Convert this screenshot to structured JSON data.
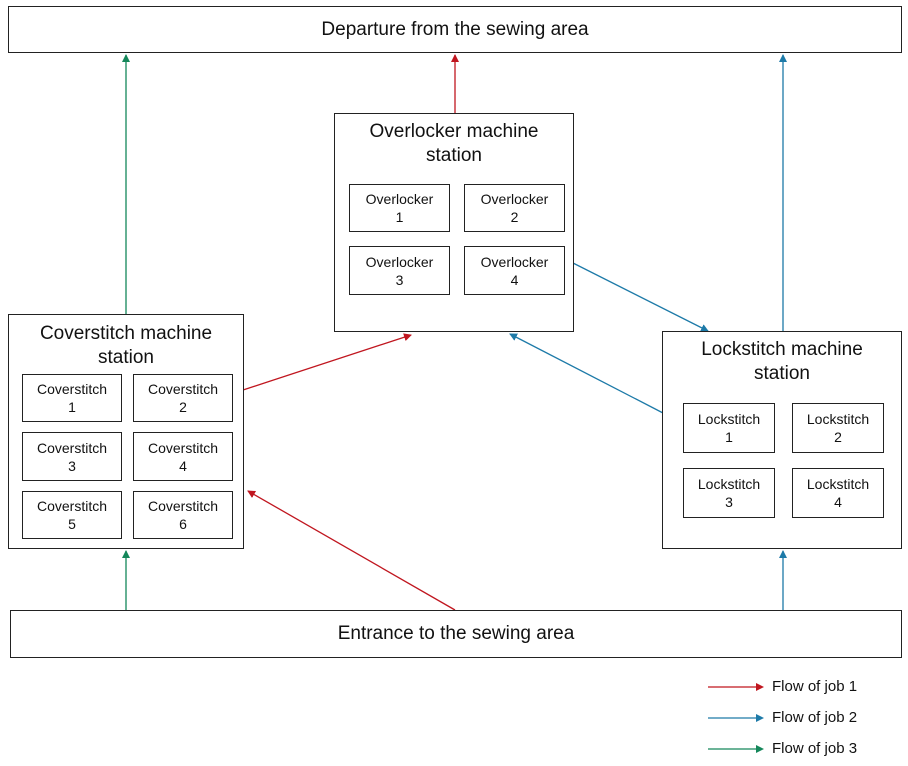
{
  "departure": "Departure from the sewing area",
  "entrance": "Entrance to the sewing area",
  "overlocker": {
    "title_line1": "Overlocker machine",
    "title_line2": "station",
    "machines": [
      {
        "name": "Overlocker",
        "num": "1"
      },
      {
        "name": "Overlocker",
        "num": "2"
      },
      {
        "name": "Overlocker",
        "num": "3"
      },
      {
        "name": "Overlocker",
        "num": "4"
      }
    ]
  },
  "coverstitch": {
    "title_line1": "Coverstitch machine",
    "title_line2": "station",
    "machines": [
      {
        "name": "Coverstitch",
        "num": "1"
      },
      {
        "name": "Coverstitch",
        "num": "2"
      },
      {
        "name": "Coverstitch",
        "num": "3"
      },
      {
        "name": "Coverstitch",
        "num": "4"
      },
      {
        "name": "Coverstitch",
        "num": "5"
      },
      {
        "name": "Coverstitch",
        "num": "6"
      }
    ]
  },
  "lockstitch": {
    "title_line1": "Lockstitch machine",
    "title_line2": "station",
    "machines": [
      {
        "name": "Lockstitch",
        "num": "1"
      },
      {
        "name": "Lockstitch",
        "num": "2"
      },
      {
        "name": "Lockstitch",
        "num": "3"
      },
      {
        "name": "Lockstitch",
        "num": "4"
      }
    ]
  },
  "legend": [
    {
      "label": "Flow of job 1",
      "color": "#c0161f"
    },
    {
      "label": "Flow of job 2",
      "color": "#1d7aa8"
    },
    {
      "label": "Flow of job 3",
      "color": "#14875a"
    }
  ]
}
